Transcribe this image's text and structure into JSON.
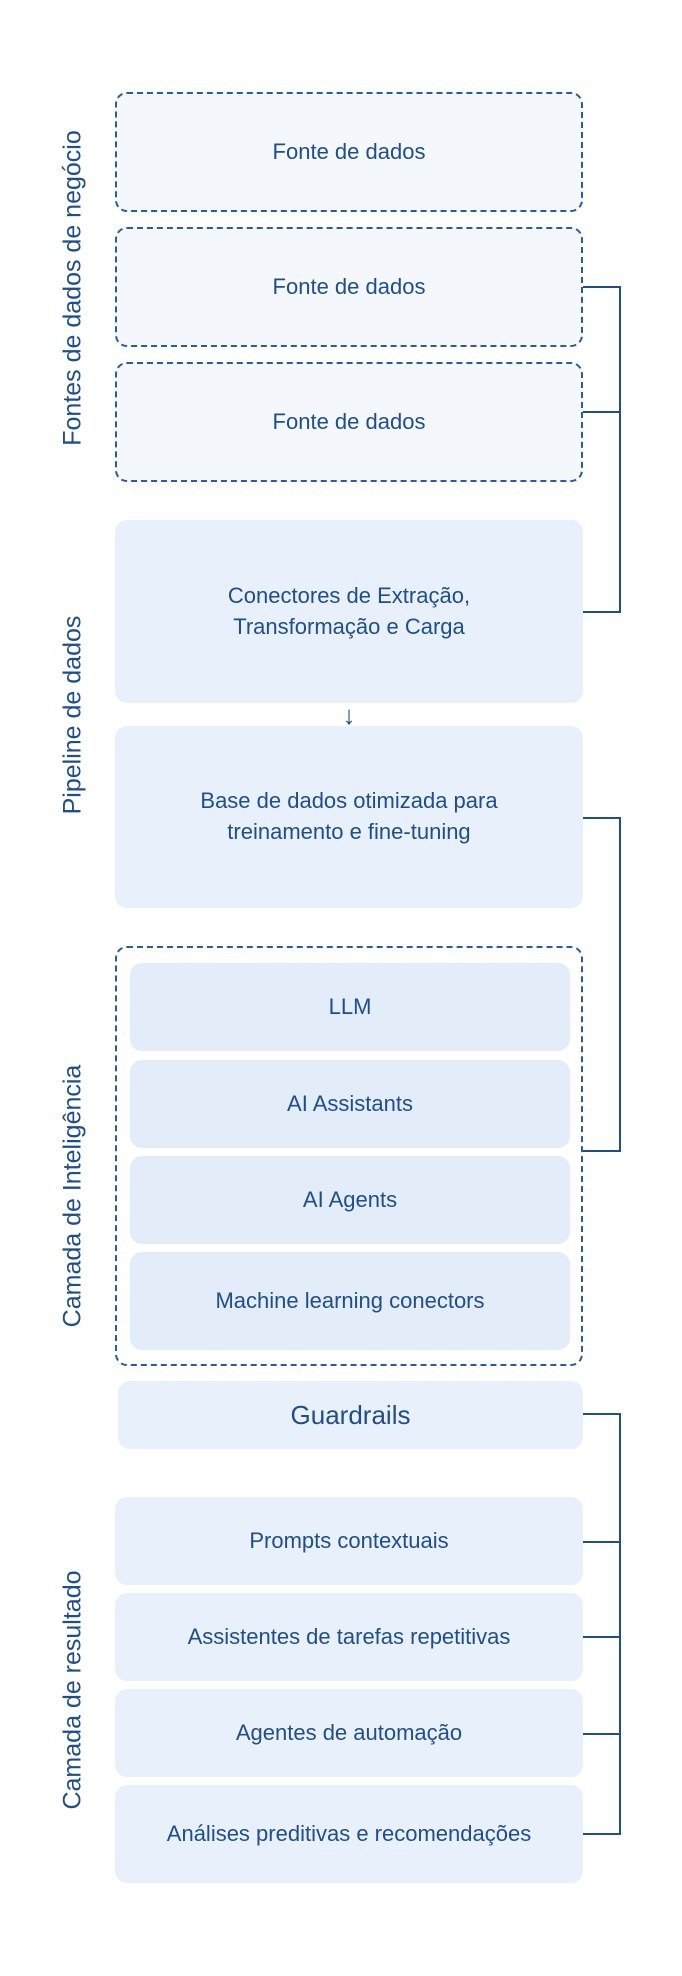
{
  "sections": {
    "business_sources": "Fontes de dados de negócio",
    "pipeline": "Pipeline de dados",
    "intelligence": "Camada de Inteligência",
    "results": "Camada de resultado"
  },
  "sources": [
    "Fonte de dados",
    "Fonte de dados",
    "Fonte de dados"
  ],
  "pipeline": {
    "etl": "Conectores de Extração,\nTransformação e Carga",
    "arrow": "↓",
    "database": "Base de dados otimizada para\ntreinamento e fine-tuning"
  },
  "intelligence": [
    "LLM",
    "AI Assistants",
    "AI Agents",
    "Machine learning conectors"
  ],
  "guardrails": "Guardrails",
  "results": [
    "Prompts contextuais",
    "Assistentes de tarefas repetitivas",
    "Agentes de automação",
    "Análises preditivas e recomendações"
  ],
  "colors": {
    "primary": "#1f4e8a",
    "box_fill": "#e8f1fb",
    "dashed_border": "#2a5b9c"
  }
}
